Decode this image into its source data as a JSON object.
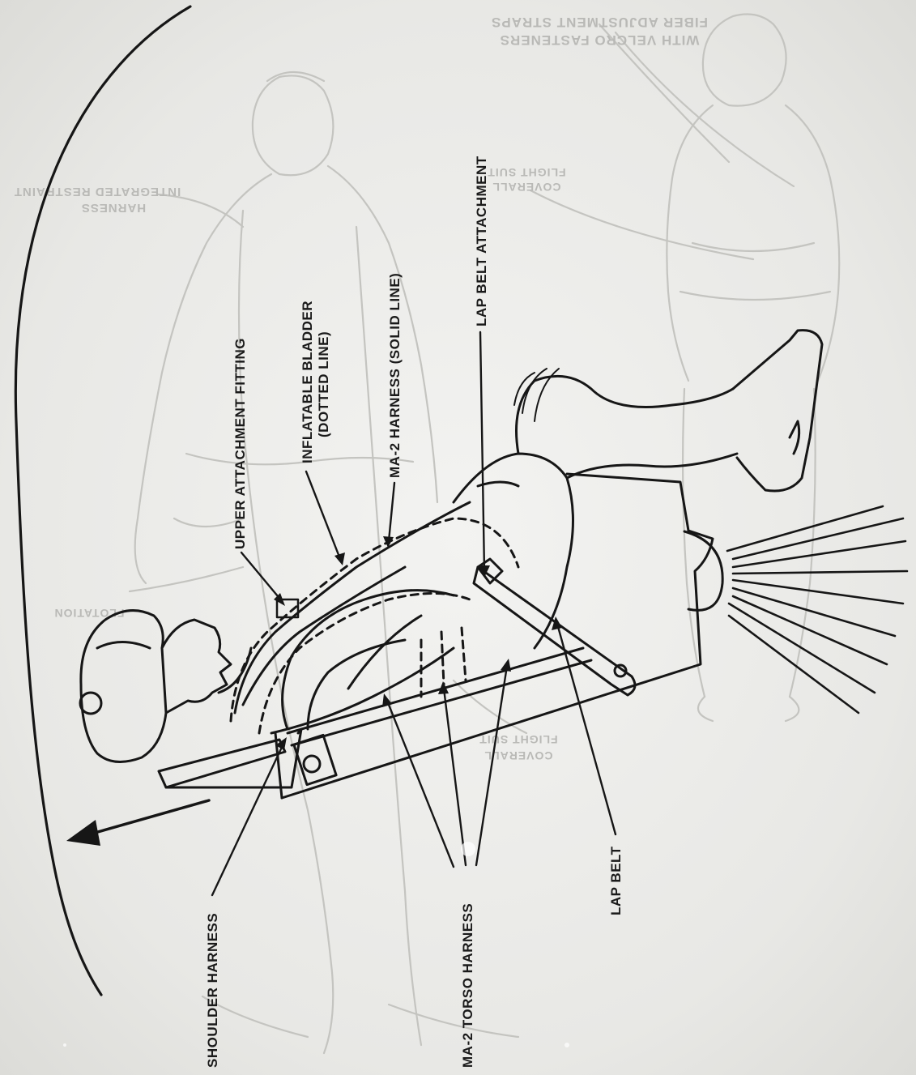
{
  "labels": {
    "upper_attachment_fitting": "UPPER ATTACHMENT FITTING",
    "inflatable_bladder_line1": "INFLATABLE BLADDER",
    "inflatable_bladder_line2": "(DOTTED LINE)",
    "ma2_harness": "MA-2 HARNESS (SOLID LINE)",
    "lap_belt_attachment": "LAP BELT ATTACHMENT",
    "shoulder_harness": "SHOULDER HARNESS",
    "ma2_torso_harness": "MA-2 TORSO HARNESS",
    "lap_belt": "LAP BELT"
  },
  "ghost_labels": {
    "top_line1": "FIBER ADJUSTMENT STRAPS",
    "top_line2": "WITH VELCRO FASTENERS",
    "left_line1": "INTEGRATED RESTRAINT",
    "left_line2": "HARNESS",
    "right_line1": "FLIGHT SUIT",
    "right_line2": "COVERALL",
    "mid": "FLOTATION",
    "lower_line1": "FLIGHT SUIT",
    "lower_line2": "COVERALL"
  }
}
